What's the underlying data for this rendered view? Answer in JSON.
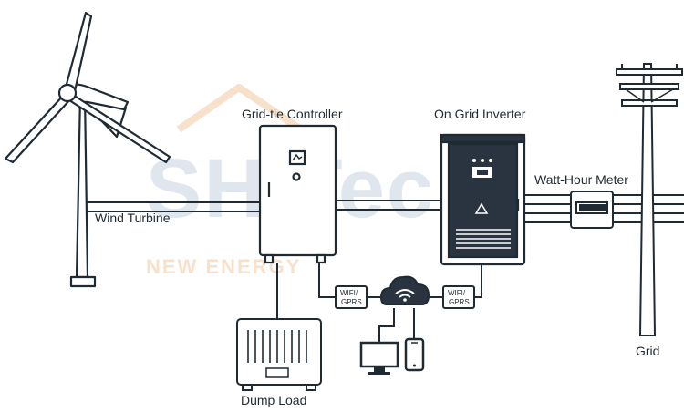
{
  "watermark": {
    "brand": "SH Tech",
    "tagline": "NEW ENERGY",
    "brand_color": "#c7d3e0",
    "tagline_color": "#f2c9a0"
  },
  "components": {
    "wind_turbine": {
      "label": "Wind Turbine"
    },
    "controller": {
      "label": "Grid-tie Controller"
    },
    "inverter": {
      "label": "On Grid Inverter"
    },
    "meter": {
      "label": "Watt-Hour Meter"
    },
    "grid": {
      "label": "Grid"
    },
    "dump_load": {
      "label": "Dump Load"
    },
    "comm_left": {
      "line1": "WIFI/",
      "line2": "GPRS"
    },
    "comm_right": {
      "line1": "WIFI/",
      "line2": "GPRS"
    },
    "cloud": {
      "icon": "cloud-wifi-icon"
    },
    "monitor": {
      "icon": "monitor-icon"
    },
    "phone": {
      "icon": "smartphone-icon"
    }
  },
  "colors": {
    "line": "#1f2a33",
    "dark_panel": "#2a3440",
    "fill": "#ffffff"
  }
}
